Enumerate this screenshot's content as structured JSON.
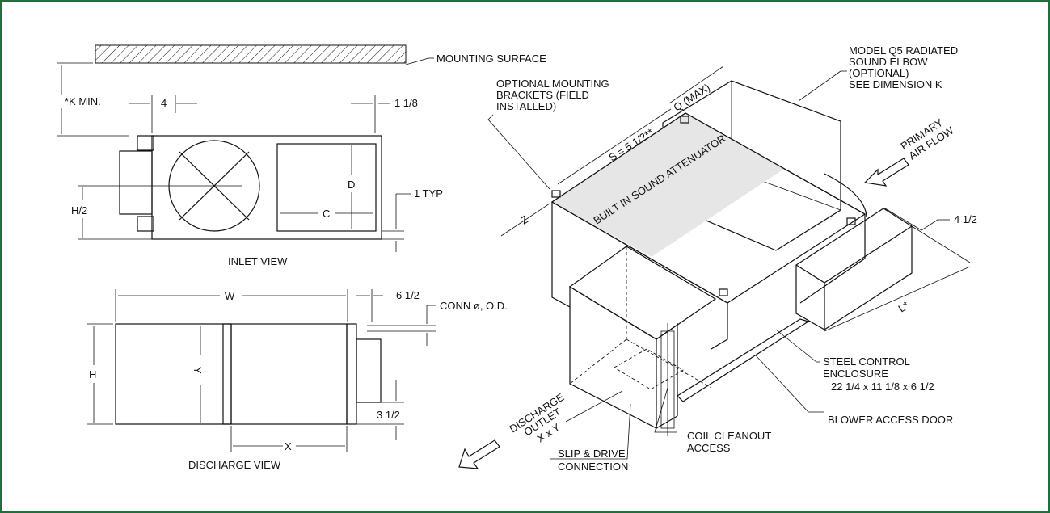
{
  "colors": {
    "frame": "#1f6e3c",
    "attenuator_band": "#e6e6e6"
  },
  "labels": {
    "mounting_surface": "MOUNTING SURFACE",
    "k_min": "*K  MIN.",
    "dim_4": "4",
    "dim_1_1_8": "1 1/8",
    "dim_D": "D",
    "dim_C": "C",
    "dim_H2": "H/2",
    "dim_1typ": "1 TYP",
    "inlet_view": "INLET VIEW",
    "dim_W": "W",
    "dim_6_1_2": "6 1/2",
    "conn": "CONN ø, O.D.",
    "dim_H": "H",
    "dim_Y": "Y",
    "dim_3_1_2": "3 1/2",
    "dim_X": "X",
    "discharge_view": "DISCHARGE VIEW",
    "model_q5_1": "MODEL Q5 RADIATED",
    "model_q5_2": "SOUND ELBOW",
    "model_q5_3": "(OPTIONAL)",
    "model_q5_4": "SEE DIMENSION  K",
    "opt_brackets_1": "OPTIONAL MOUNTING",
    "opt_brackets_2": "BRACKETS (FIELD",
    "opt_brackets_3": "INSTALLED)",
    "q_max": "Q (MAX)",
    "s_dim": "S = 5 1/2**",
    "primary_1": "PRIMARY",
    "primary_2": "AIR FLOW",
    "attenuator": "BUILT IN SOUND ATTENUATOR",
    "z": "Z",
    "dim_4_1_2": "4 1/2",
    "l_star": "L*",
    "steel_1": "STEEL CONTROL",
    "steel_2": "ENCLOSURE",
    "steel_3": "22 1/4 x 11 1/8 x 6 1/2",
    "discharge_1": "DISCHARGE",
    "discharge_2": "OUTLET",
    "discharge_3": "X x Y",
    "coil_1": "COIL CLEANOUT",
    "coil_2": "ACCESS",
    "blower_door": "BLOWER ACCESS DOOR",
    "slip_1": "SLIP & DRIVE",
    "slip_2": "CONNECTION"
  }
}
